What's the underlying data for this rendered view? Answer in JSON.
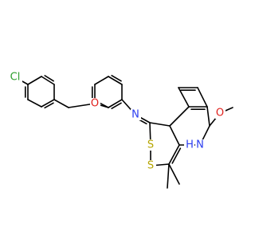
{
  "atoms": {
    "cl": {
      "label": "Cl",
      "color": "#2e9e2e"
    },
    "o_ether": {
      "label": "O",
      "color": "#e0201c"
    },
    "n_imine": {
      "label": "N",
      "color": "#2a3cf0"
    },
    "s1": {
      "label": "S",
      "color": "#b5a500"
    },
    "s2": {
      "label": "S",
      "color": "#b5a500"
    },
    "nh": {
      "label": "N",
      "color": "#2a3cf0"
    },
    "nh_h": {
      "label": "H",
      "color": "#2a3cf0"
    },
    "o_methoxy": {
      "label": "O",
      "color": "#e0201c"
    }
  }
}
